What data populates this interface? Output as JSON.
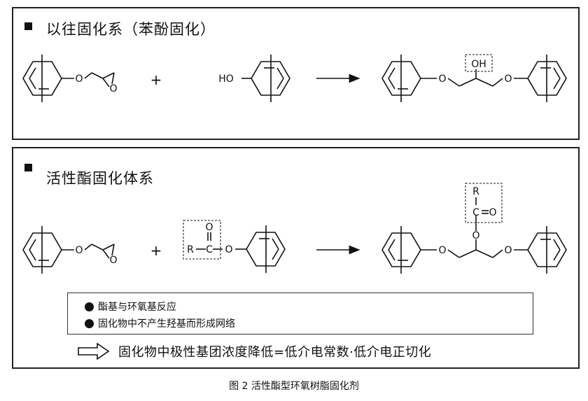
{
  "panels": {
    "conventional": {
      "title": "以往固化系（苯酚固化）",
      "reactant1_labels": {
        "o_ether": "O",
        "o_epoxide": "O"
      },
      "reactant2_labels": {
        "hydroxyl": "HO"
      },
      "product_labels": {
        "o_left": "O",
        "hydroxyl": "OH",
        "o_right": "O"
      },
      "plus": "+"
    },
    "active_ester": {
      "title": "活性酯固化体系",
      "reactant1_labels": {
        "o_ether": "O",
        "o_epoxide": "O"
      },
      "reactant2_labels": {
        "r_group": "R",
        "carbon": "C",
        "carbonyl_o": "O",
        "ester_o": "O"
      },
      "product_labels": {
        "o_left": "O",
        "ester_o": "O",
        "o_right": "O",
        "r_group": "R",
        "carbon": "C",
        "carbonyl_o": "O"
      },
      "plus": "+"
    }
  },
  "notes": [
    "酯基与环氧基反应",
    "固化物中不产生羟基而形成网络"
  ],
  "conclusion": "固化物中极性基团浓度降低=低介电常数·低介电正切化",
  "caption": "图 2 活性酯型环氧树脂固化剂",
  "colors": {
    "line": "#111111",
    "dashed_box": "#444444"
  }
}
